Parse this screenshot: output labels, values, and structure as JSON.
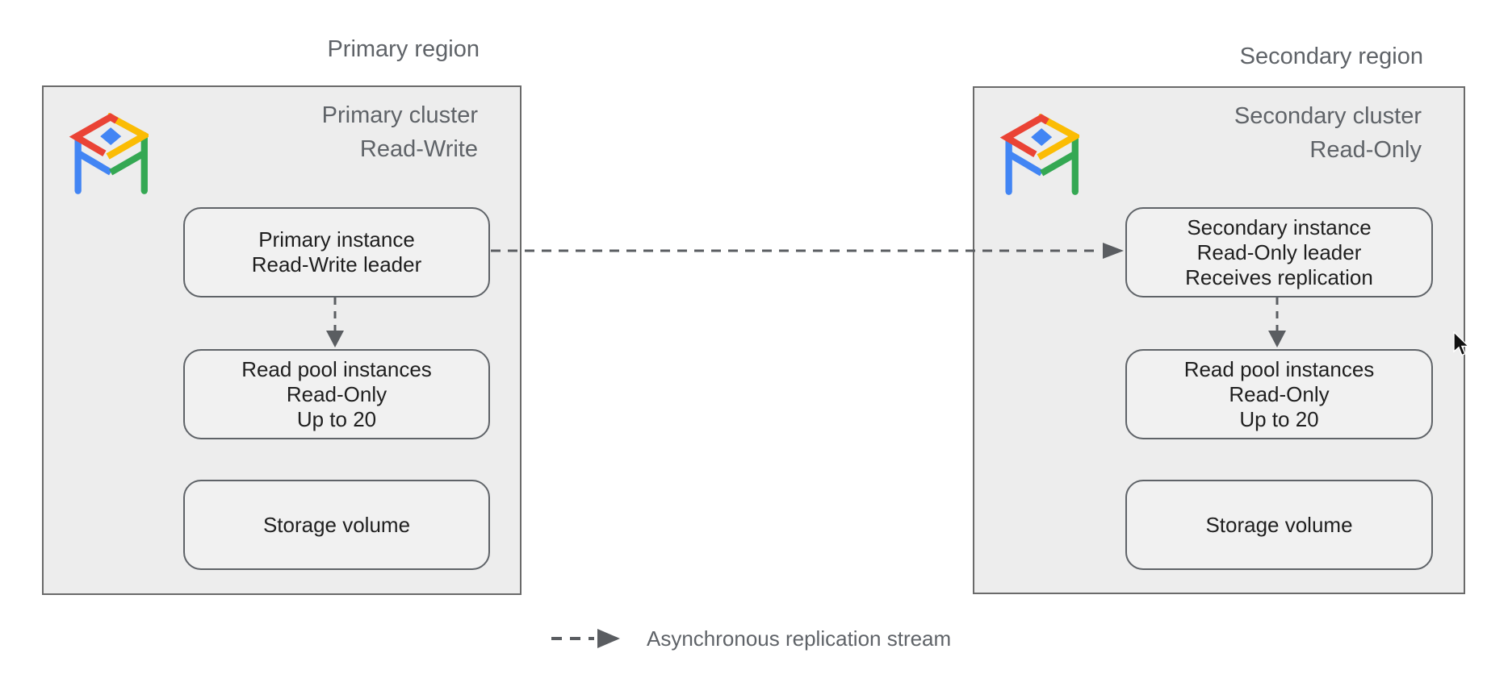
{
  "theme": {
    "canvas_bg": "#ffffff",
    "cluster_fill": "#ededed",
    "cluster_border": "#6a6a6a",
    "node_fill": "#f1f1f1",
    "node_border": "#5f6368",
    "node_text": "#1f1f1f",
    "muted_text": "#5f6368",
    "arrow": "#5a5d61",
    "logo_red": "#EA4335",
    "logo_yellow": "#FBBC04",
    "logo_green": "#34A853",
    "logo_blue": "#4285F4",
    "cursor_fill": "#111111"
  },
  "regions": [
    {
      "title": "Primary region",
      "cluster": {
        "icon": "alloydb-logo-icon",
        "title_lines": [
          "Primary cluster",
          "Read-Write"
        ],
        "nodes": [
          {
            "lines": [
              "Primary instance",
              "Read-Write leader"
            ]
          },
          {
            "lines": [
              "Read pool instances",
              "Read-Only",
              "Up to 20"
            ]
          },
          {
            "lines": [
              "Storage volume"
            ]
          }
        ]
      }
    },
    {
      "title": "Secondary region",
      "cluster": {
        "icon": "alloydb-logo-icon",
        "title_lines": [
          "Secondary cluster",
          "Read-Only"
        ],
        "nodes": [
          {
            "lines": [
              "Secondary instance",
              "Read-Only leader",
              "Receives replication"
            ]
          },
          {
            "lines": [
              "Read pool instances",
              "Read-Only",
              "Up to 20"
            ]
          },
          {
            "lines": [
              "Storage volume"
            ]
          }
        ]
      }
    }
  ],
  "legend": {
    "label": "Asynchronous replication stream",
    "arrow_icon": "dashed-arrow-icon"
  }
}
